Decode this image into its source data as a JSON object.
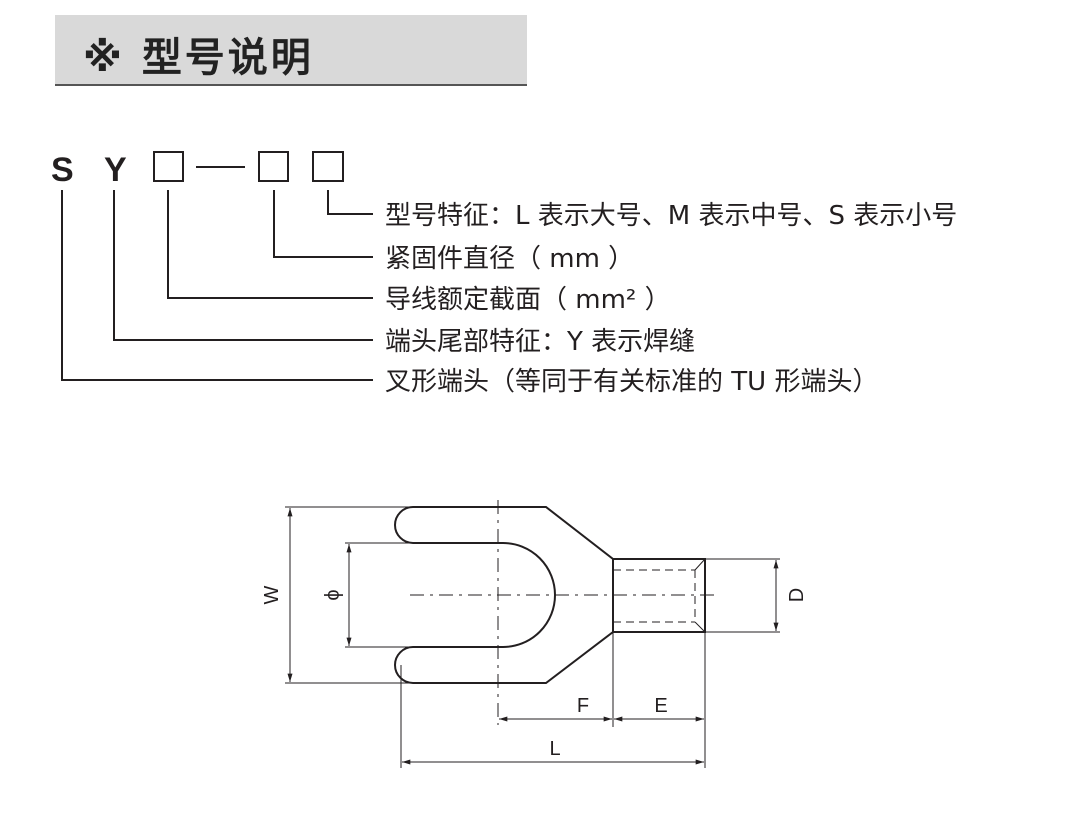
{
  "header": {
    "title": "※ 型号说明"
  },
  "model_code": {
    "s": "S",
    "y": "Y",
    "dash": "—"
  },
  "legend": [
    "型号特征：L 表示大号、M 表示中号、S 表示小号",
    "紧固件直径（ mm ）",
    "导线额定截面（ mm² ）",
    "端头尾部特征：Y 表示焊缝",
    "叉形端头（等同于有关标准的 TU 形端头）"
  ],
  "drawing": {
    "w": "W",
    "phi": "ϕ",
    "d": "D",
    "f": "F",
    "e": "E",
    "l": "L"
  }
}
